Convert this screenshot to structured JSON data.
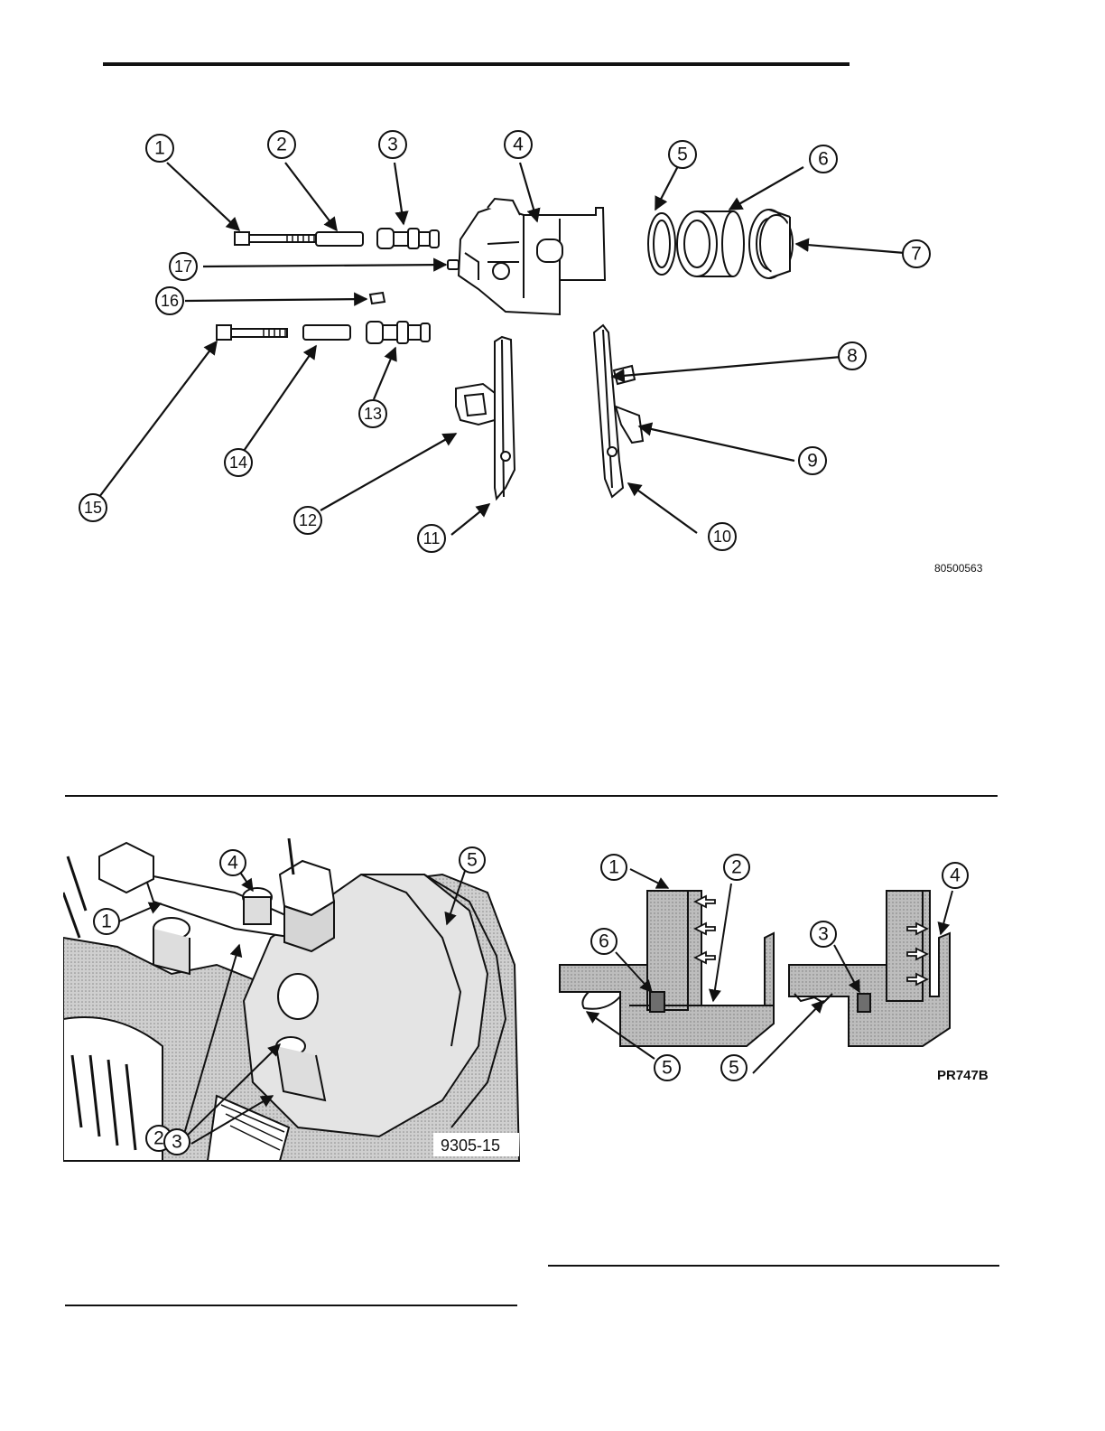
{
  "figure1": {
    "id": "80500563",
    "callouts": [
      "1",
      "2",
      "3",
      "4",
      "5",
      "6",
      "7",
      "8",
      "9",
      "10",
      "11",
      "12",
      "13",
      "14",
      "15",
      "16",
      "17"
    ]
  },
  "figure2": {
    "id": "9305-15",
    "callouts": [
      "1",
      "2",
      "3",
      "4",
      "5"
    ]
  },
  "figure3": {
    "id": "PR747B",
    "callouts": [
      "1",
      "2",
      "3",
      "4",
      "5",
      "5",
      "6"
    ]
  },
  "colors": {
    "ink": "#111111",
    "shade": "#bdbdbd",
    "paper": "#ffffff"
  }
}
